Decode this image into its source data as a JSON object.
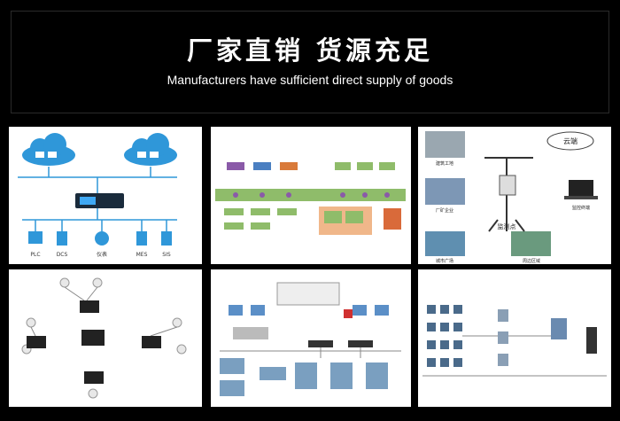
{
  "banner": {
    "title": "厂家直销 货源充足",
    "subtitle": "Manufacturers have sufficient direct supply of goods"
  },
  "panel_network": {
    "nodes": [
      "PLC",
      "DCS",
      "仪表",
      "MES",
      "SIS"
    ]
  },
  "panel_monitor": {
    "cloud_label": "云端",
    "center_label": "监测点",
    "sites": [
      "建筑工地",
      "厂矿企业",
      "城市广场",
      "周边区域",
      "监控终端"
    ]
  },
  "colors": {
    "banner_bg": "#000000",
    "banner_text": "#ffffff",
    "cloud_blue": "#2f97d9",
    "diagram_green": "#8fbc6a",
    "diagram_purple": "#8a5aa8"
  }
}
